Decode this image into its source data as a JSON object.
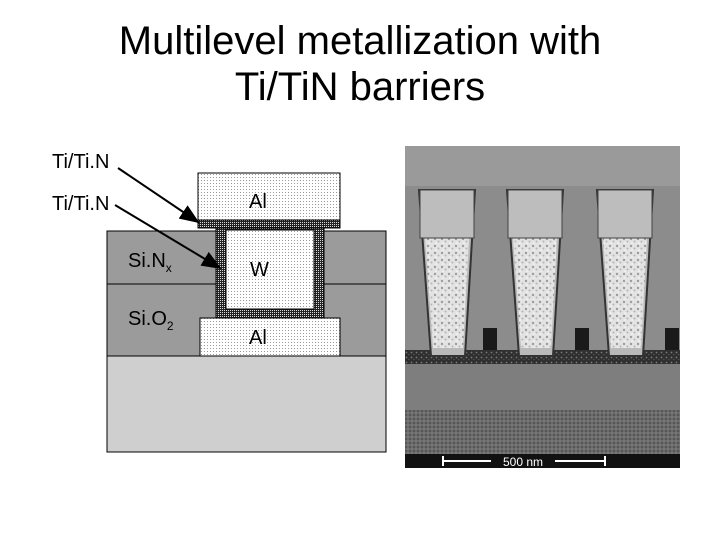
{
  "title": {
    "line1": "Multilevel metallization with",
    "line2": "Ti/TiN barriers"
  },
  "labels": {
    "barrier_top": "Ti/Ti.N",
    "barrier_side": "Ti/Ti.N",
    "sinx_main": "Si.N",
    "sinx_sub": "x",
    "sio2_main": "Si.O",
    "sio2_sub": "2",
    "al_top": "Al",
    "w_plug": "W",
    "al_bottom": "Al"
  },
  "sem": {
    "scale_bar_label": "500 nm"
  }
}
